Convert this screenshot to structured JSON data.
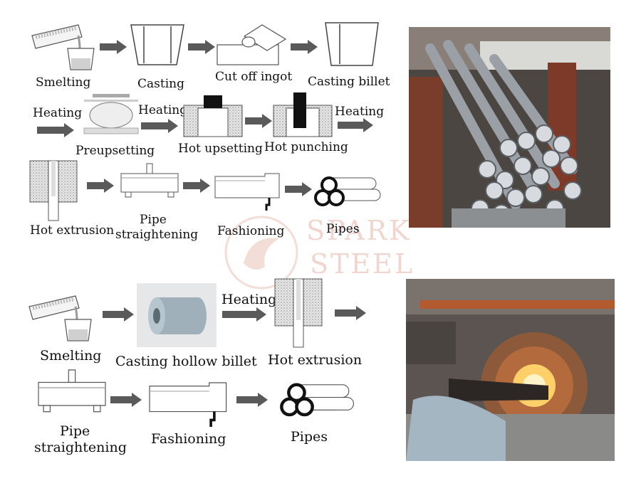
{
  "watermark": {
    "line1": "SPARK",
    "line2": "STEEL"
  },
  "process_a": {
    "steps": {
      "smelting": "Smelting",
      "casting": "Casting",
      "cut_off_ingot": "Cut off ingot",
      "casting_billet": "Casting billet",
      "preupsetting": "Preupsetting",
      "hot_upsetting": "Hot upsetting",
      "hot_punching": "Hot punching",
      "hot_extrusion": "Hot extrusion",
      "pipe_straightening_1": "Pipe",
      "pipe_straightening_2": "straightening",
      "fashioning": "Fashioning",
      "pipes": "Pipes"
    },
    "heating_labels": [
      "Heating",
      "Heating",
      "Heating"
    ]
  },
  "process_b": {
    "steps": {
      "smelting": "Smelting",
      "casting_hollow_billet": "Casting hollow billet",
      "heating": "Heating",
      "hot_extrusion": "Hot extrusion",
      "pipe_straightening_1": "Pipe",
      "pipe_straightening_2": "straightening",
      "fashioning": "Fashioning",
      "pipes": "Pipes"
    }
  },
  "colors": {
    "arrow": "#5a5a5a",
    "speckle": "#c8c8c8",
    "watermark": "#f1d6cf"
  }
}
